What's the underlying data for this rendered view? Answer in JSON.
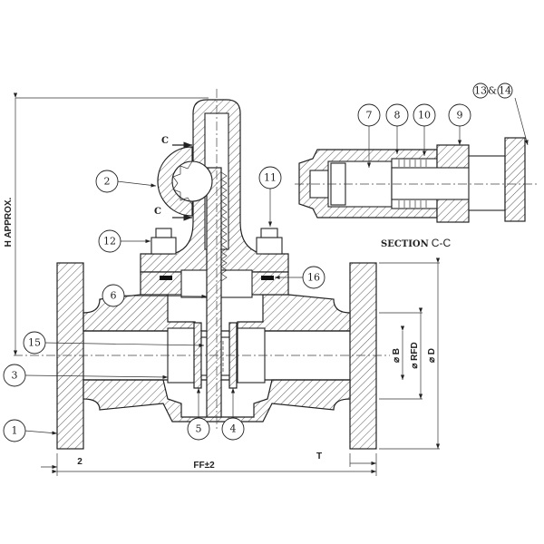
{
  "drawing": {
    "section_title_prefix": "SECTION",
    "section_title_suffix": "C-C",
    "section_marker": "C",
    "dimensions": {
      "height": "H APPROX.",
      "bore": "⌀ B",
      "raised_face": "⌀ RFD",
      "flange_dia": "⌀ D",
      "face_to_face": "FF±2",
      "raised_face_height": "2",
      "thickness": "T"
    },
    "callouts": [
      "1",
      "2",
      "3",
      "4",
      "5",
      "6",
      "7",
      "8",
      "9",
      "10",
      "11",
      "12",
      "13",
      "14",
      "15",
      "16"
    ],
    "callout_joiner": "&"
  }
}
